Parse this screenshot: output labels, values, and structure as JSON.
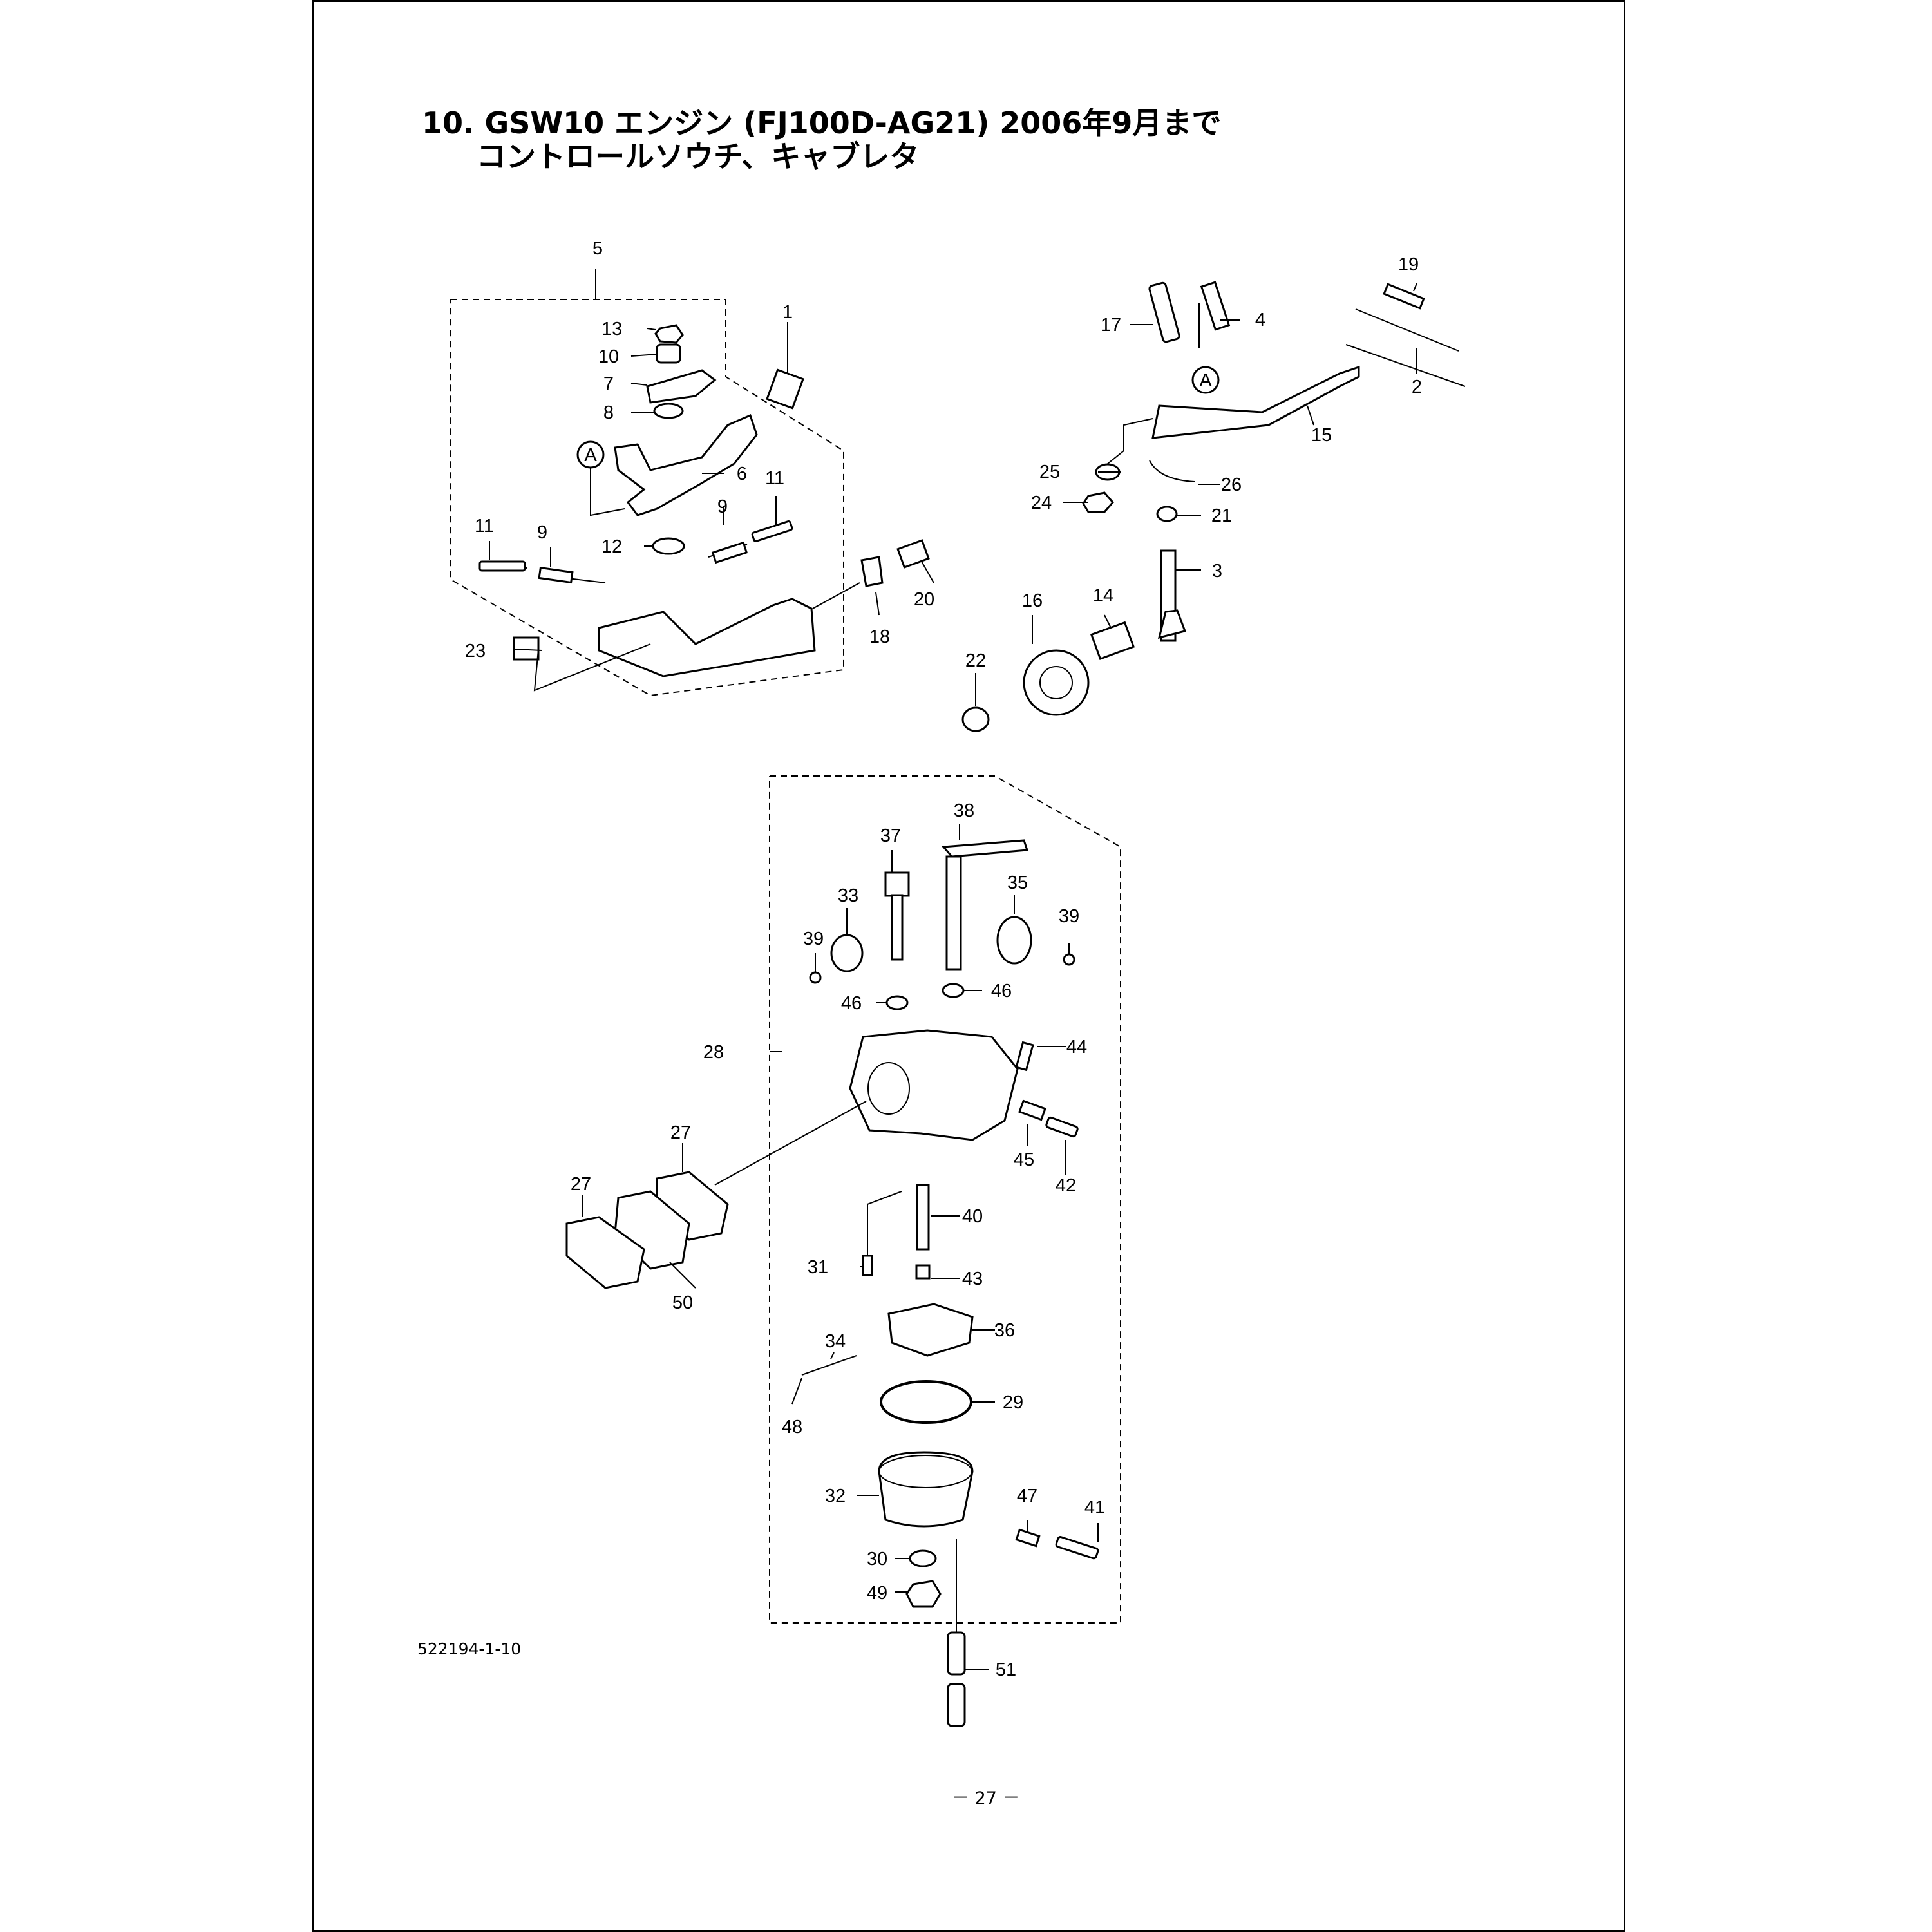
{
  "header": {
    "title_line1": "10. GSW10 エンジン (FJ100D-AG21) 2006年9月まで",
    "title_line2": "コントロールソウチ、キャブレタ"
  },
  "footer": {
    "doc_code": "522194-1-10",
    "page_number": "－ 27 －"
  },
  "reference_mark": "A",
  "callouts": [
    "1",
    "2",
    "3",
    "4",
    "5",
    "6",
    "7",
    "8",
    "9",
    "9",
    "10",
    "11",
    "11",
    "12",
    "13",
    "14",
    "15",
    "16",
    "17",
    "18",
    "19",
    "20",
    "21",
    "22",
    "23",
    "24",
    "25",
    "26",
    "27",
    "27",
    "28",
    "29",
    "30",
    "31",
    "32",
    "33",
    "34",
    "35",
    "36",
    "37",
    "38",
    "39",
    "39",
    "40",
    "41",
    "42",
    "43",
    "44",
    "45",
    "46",
    "46",
    "47",
    "48",
    "49",
    "50",
    "51"
  ]
}
